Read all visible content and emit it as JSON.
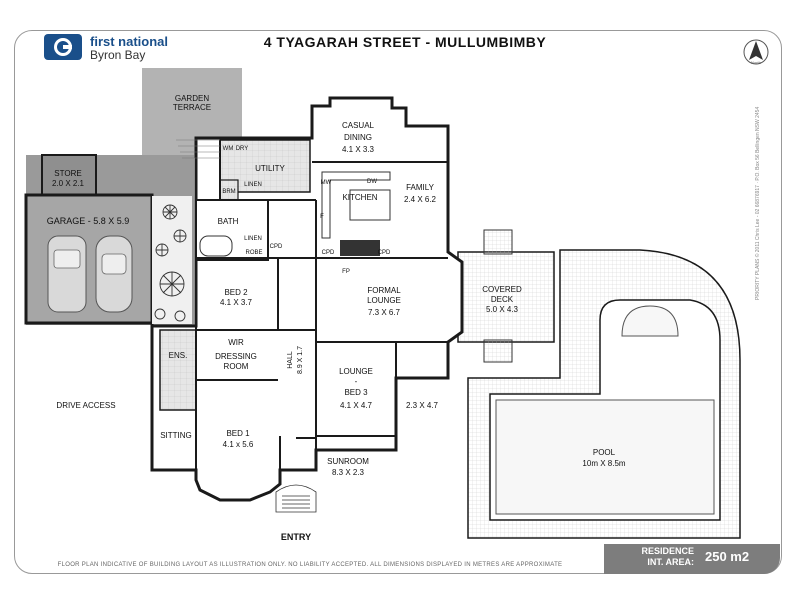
{
  "header": {
    "address": "4 TYAGARAH STREET - MULLUMBIMBY",
    "logo_line1": "first national",
    "logo_line2": "Byron Bay",
    "north_label": "North"
  },
  "rooms": {
    "garden_terrace_1": "GARDEN",
    "garden_terrace_2": "TERRACE",
    "store_1": "STORE",
    "store_2": "2.0 X 2.1",
    "garage": "GARAGE - 5.8 X 5.9",
    "wm": "WM",
    "dry": "DRY",
    "utility": "UTILITY",
    "brm": "BRM",
    "linen_1": "LINEN",
    "bath": "BATH",
    "linen_2": "LINEN",
    "robe": "ROBE",
    "cpd_1": "CPD",
    "casual_dining_1": "CASUAL",
    "casual_dining_2": "DINING",
    "casual_dining_3": "4.1 X 3.3",
    "mw": "MW",
    "dw": "DW",
    "family_1": "FAMILY",
    "family_2": "2.4 X 6.2",
    "kitchen": "KITCHEN",
    "f": "F",
    "cpd_2": "CPD",
    "cpd_3": "CPD",
    "fp": "FP",
    "bed2_1": "BED 2",
    "bed2_2": "4.1 X 3.7",
    "formal_lounge_1": "FORMAL",
    "formal_lounge_2": "LOUNGE",
    "formal_lounge_3": "7.3 X 6.7",
    "covered_deck_1": "COVERED",
    "covered_deck_2": "DECK",
    "covered_deck_3": "5.0 X 4.3",
    "ens": "ENS.",
    "wir": "WIR",
    "dressing_1": "DRESSING",
    "dressing_2": "ROOM",
    "hall_1": "HALL",
    "hall_2": "8.9 X 1.7",
    "lounge_bed3_1": "LOUNGE",
    "lounge_bed3_2": "-",
    "lounge_bed3_3": "BED 3",
    "lounge_bed3_4": "4.1 X 4.7",
    "side_room": "2.3 X 4.7",
    "drive_access": "DRIVE ACCESS",
    "sitting": "SITTING",
    "bed1_1": "BED 1",
    "bed1_2": "4.1 x 5.6",
    "sunroom_1": "SUNROOM",
    "sunroom_2": "8.3 X 2.3",
    "pool_1": "POOL",
    "pool_2": "10m X 8.5m",
    "entry": "ENTRY"
  },
  "footer": {
    "disclaimer": "FLOOR PLAN INDICATIVE OF BUILDING LAYOUT AS ILLUSTRATION ONLY. NO LIABILITY ACCEPTED. ALL DIMENSIONS DISPLAYED IN METRES ARE APPROXIMATE",
    "area_label_1": "RESIDENCE",
    "area_label_2": "INT. AREA:",
    "area_value": "250 m2",
    "side_note": "PRIORITY PLANS  © 2011  Chris Lee - 02 66876917  ·  P.O. Box 56 Bellingen NSW 2454"
  },
  "colors": {
    "frame": "#999999",
    "floor_grey": "#9a9a9a",
    "terrace_grey": "#b3b3b3",
    "walls": "#1a1a1a",
    "logo_blue": "#1a4f8a",
    "area_box": "#7d7d7d"
  }
}
